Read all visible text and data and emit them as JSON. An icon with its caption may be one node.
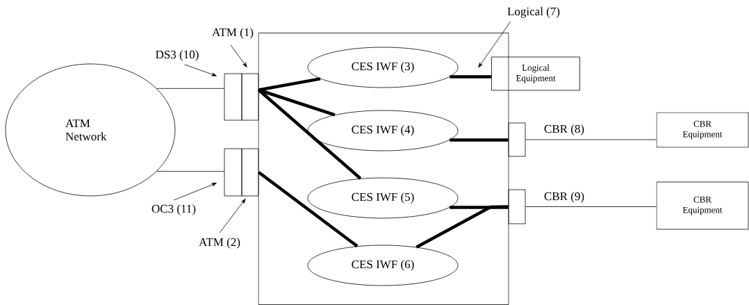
{
  "diagram": {
    "nodes": [
      {
        "text": [],
        "shape": "box"
      },
      {
        "text": [
          "ATM Network"
        ]
      },
      {
        "text": [],
        "shape": "box"
      },
      {
        "text": [],
        "shape": "box"
      },
      {
        "text": [],
        "shape": "box"
      },
      {
        "text": [],
        "shape": "box"
      },
      {
        "text": [
          "CES IWF (3)"
        ],
        "in": 0
      },
      {
        "text": [
          "CES IWF (4)"
        ],
        "in": 0
      },
      {
        "text": [
          "CES IWF (5)"
        ],
        "in": 0
      },
      {
        "text": [
          "CES IWF (6)"
        ],
        "in": 0
      },
      {
        "text": [
          "Logical Equipment"
        ]
      },
      {
        "text": [],
        "shape": "box"
      },
      {
        "text": [],
        "shape": "box"
      },
      {
        "text": [
          "CBR Equipment"
        ]
      },
      {
        "text": [
          "CBR Equipment"
        ]
      },
      {
        "text": [
          "DS3 (10)"
        ]
      },
      {
        "text": [
          "ATM (1)"
        ]
      },
      {
        "text": [
          "OC3 (11)"
        ]
      },
      {
        "text": [
          "ATM (2)"
        ]
      },
      {
        "text": [
          "Logical (7)"
        ]
      }
    ],
    "edges": [
      {
        "from": 1,
        "to": 2,
        "arrow": "none"
      },
      {
        "from": 1,
        "to": 4,
        "arrow": "none"
      },
      {
        "from": 3,
        "to": 6,
        "arrow": "none",
        "style": "thick"
      },
      {
        "from": 3,
        "to": 7,
        "arrow": "none",
        "style": "thick"
      },
      {
        "from": 3,
        "to": 8,
        "arrow": "none",
        "style": "thick"
      },
      {
        "from": 5,
        "to": 9,
        "arrow": "none",
        "style": "thick"
      },
      {
        "from": 6,
        "to": 10,
        "arrow": "none",
        "style": "thick"
      },
      {
        "from": 7,
        "to": 11,
        "arrow": "none",
        "style": "thick"
      },
      {
        "from": 8,
        "to": 12,
        "arrow": "none",
        "style": "thick"
      },
      {
        "from": 9,
        "to": 12,
        "arrow": "none",
        "style": "thick"
      },
      {
        "from": 11,
        "to": 13,
        "arrow": "none",
        "label": "CBR (8)"
      },
      {
        "from": 12,
        "to": 14,
        "arrow": "none",
        "label": "CBR (9)"
      },
      {
        "from": 15,
        "to": 2,
        "arrow": "to"
      },
      {
        "from": 16,
        "to": 3,
        "arrow": "to"
      },
      {
        "from": 17,
        "to": 4,
        "arrow": "to"
      },
      {
        "from": 18,
        "to": 5,
        "arrow": "to"
      },
      {
        "from": 19,
        "to": null,
        "arrow": "to"
      }
    ]
  }
}
